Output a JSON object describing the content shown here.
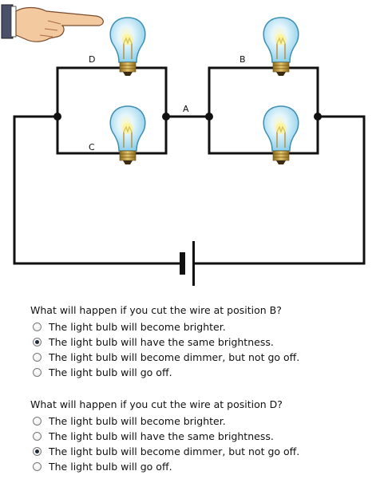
{
  "diagram": {
    "labels": {
      "A": "A",
      "B": "B",
      "C": "C",
      "D": "D"
    },
    "bulbs": [
      "bulb-d",
      "bulb-c",
      "bulb-b-top",
      "bulb-b-bottom"
    ],
    "pointer_icon": "pointing-hand-icon",
    "battery_icon": "battery-icon"
  },
  "questions": [
    {
      "prompt": "What will happen if you cut the wire at position B?",
      "options": [
        "The light bulb will become brighter.",
        "The light bulb will have the same brightness.",
        "The light bulb will become dimmer, but not go off.",
        "The light bulb will go off."
      ],
      "selected_index": 1
    },
    {
      "prompt": "What will happen if you cut the wire at position D?",
      "options": [
        "The light bulb will become brighter.",
        "The light bulb will have the same brightness.",
        "The light bulb will become dimmer, but not go off.",
        "The light bulb will go off."
      ],
      "selected_index": 2
    }
  ],
  "colors": {
    "bulb_glass": "#bfe6f5",
    "bulb_glow": "#ffe680",
    "bulb_base": "#caa24a",
    "wire": "#111111"
  }
}
